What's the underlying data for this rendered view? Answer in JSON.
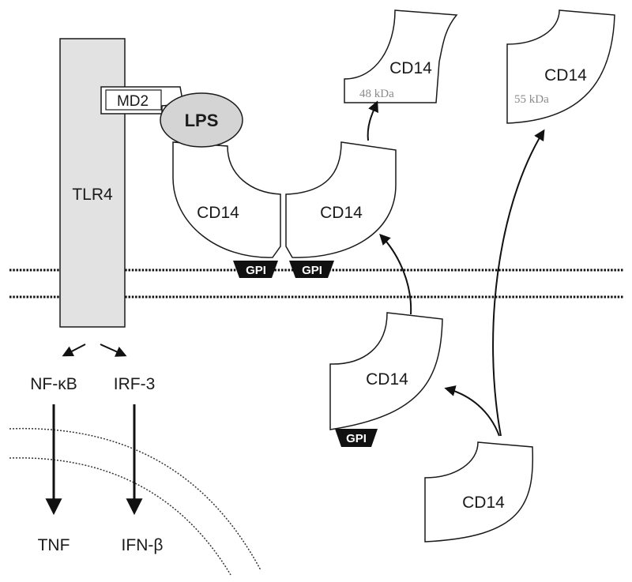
{
  "labels": {
    "tlr4": "TLR4",
    "md2": "MD2",
    "lps": "LPS",
    "cd14": "CD14",
    "cd14_48": "48 kDa",
    "cd14_55": "55 kDa",
    "gpi": "GPI",
    "nfkb": "NF-κB",
    "irf3": "IRF-3",
    "tnf": "TNF",
    "ifnb": "IFN-β"
  },
  "colors": {
    "tlr4_fill": "#e2e2e2",
    "lps_fill": "#d4d4d4",
    "gpi_fill": "#111111",
    "stroke": "#1a1a1a",
    "gray_text": "#8a8a8a"
  }
}
